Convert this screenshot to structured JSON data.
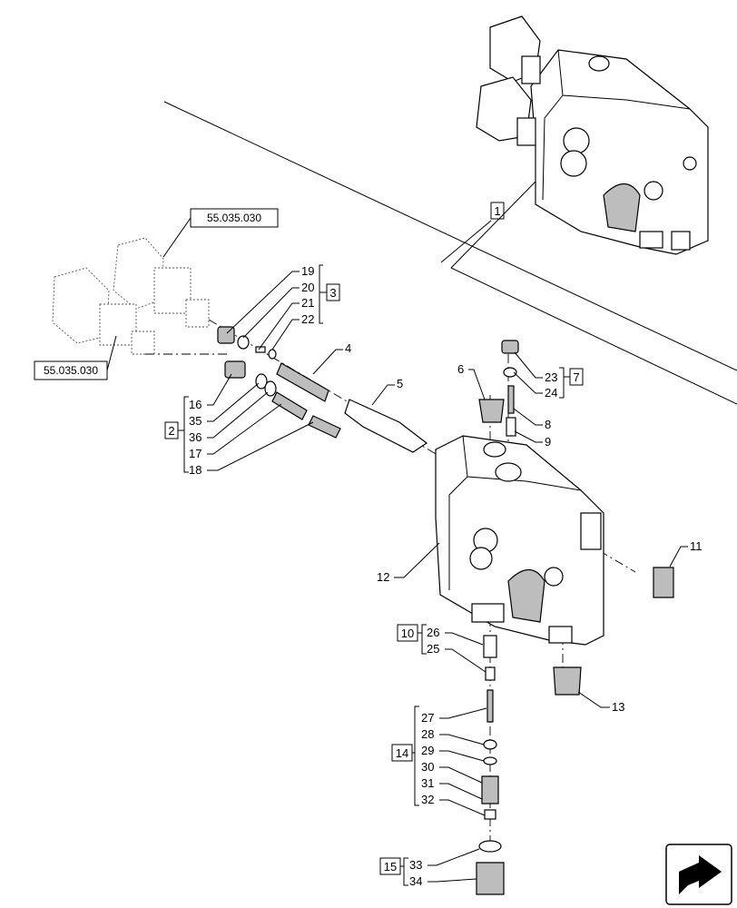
{
  "references": [
    "55.035.030",
    "55.035.030"
  ],
  "part_labels": {
    "p1": "1",
    "p2": "2",
    "p3": "3",
    "p4": "4",
    "p5": "5",
    "p6": "6",
    "p7": "7",
    "p8": "8",
    "p9": "9",
    "p10": "10",
    "p11": "11",
    "p12": "12",
    "p13": "13",
    "p14": "14",
    "p15": "15",
    "p16": "16",
    "p17": "17",
    "p18": "18",
    "p19": "19",
    "p20": "20",
    "p21": "21",
    "p22": "22",
    "p23": "23",
    "p24": "24",
    "p25": "25",
    "p26": "26",
    "p27": "27",
    "p28": "28",
    "p29": "29",
    "p30": "30",
    "p31": "31",
    "p32": "32",
    "p33": "33",
    "p34": "34",
    "p35": "35",
    "p36": "36"
  },
  "icons": {
    "navigation": "return-arrow-icon"
  }
}
